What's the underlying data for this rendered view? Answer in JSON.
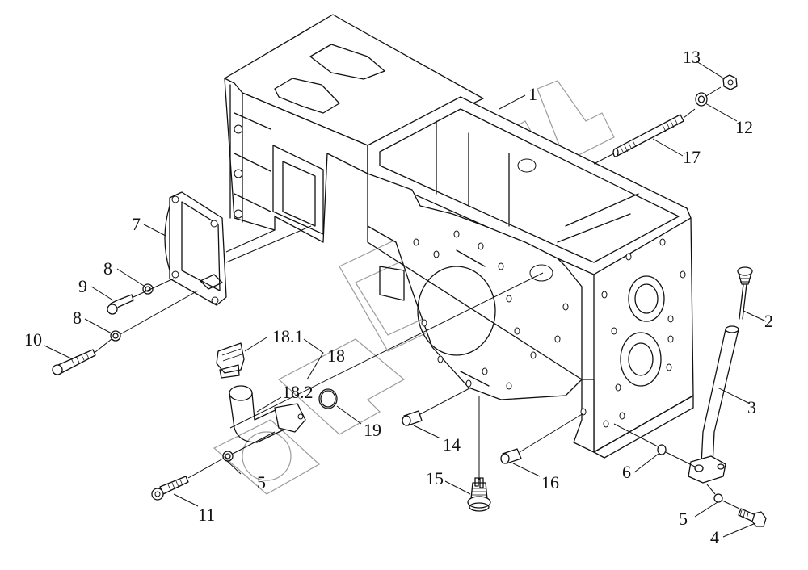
{
  "diagram": {
    "title": "Transmission housing — exploded parts view",
    "watermark": "БИЗОН",
    "callouts": [
      {
        "id": "1",
        "label": "1",
        "part": "housing"
      },
      {
        "id": "2",
        "label": "2",
        "part": "dipstick"
      },
      {
        "id": "3",
        "label": "3",
        "part": "dipstick-tube"
      },
      {
        "id": "4",
        "label": "4",
        "part": "bolt"
      },
      {
        "id": "5a",
        "label": "5",
        "part": "washer"
      },
      {
        "id": "5b",
        "label": "5",
        "part": "washer"
      },
      {
        "id": "6",
        "label": "6",
        "part": "o-ring"
      },
      {
        "id": "7",
        "label": "7",
        "part": "cover"
      },
      {
        "id": "8a",
        "label": "8",
        "part": "washer"
      },
      {
        "id": "8b",
        "label": "8",
        "part": "washer"
      },
      {
        "id": "9",
        "label": "9",
        "part": "bolt"
      },
      {
        "id": "10",
        "label": "10",
        "part": "bolt"
      },
      {
        "id": "11",
        "label": "11",
        "part": "socket-head-bolt"
      },
      {
        "id": "12",
        "label": "12",
        "part": "washer"
      },
      {
        "id": "13",
        "label": "13",
        "part": "nut"
      },
      {
        "id": "14",
        "label": "14",
        "part": "dowel-pin"
      },
      {
        "id": "15",
        "label": "15",
        "part": "sensor"
      },
      {
        "id": "16",
        "label": "16",
        "part": "dowel-pin"
      },
      {
        "id": "17",
        "label": "17",
        "part": "stud"
      },
      {
        "id": "18",
        "label": "18",
        "part": "filler-assembly"
      },
      {
        "id": "18_1",
        "label": "18.1",
        "part": "filler-cap"
      },
      {
        "id": "18_2",
        "label": "18.2",
        "part": "elbow-fitting"
      },
      {
        "id": "19",
        "label": "19",
        "part": "o-ring"
      }
    ]
  }
}
